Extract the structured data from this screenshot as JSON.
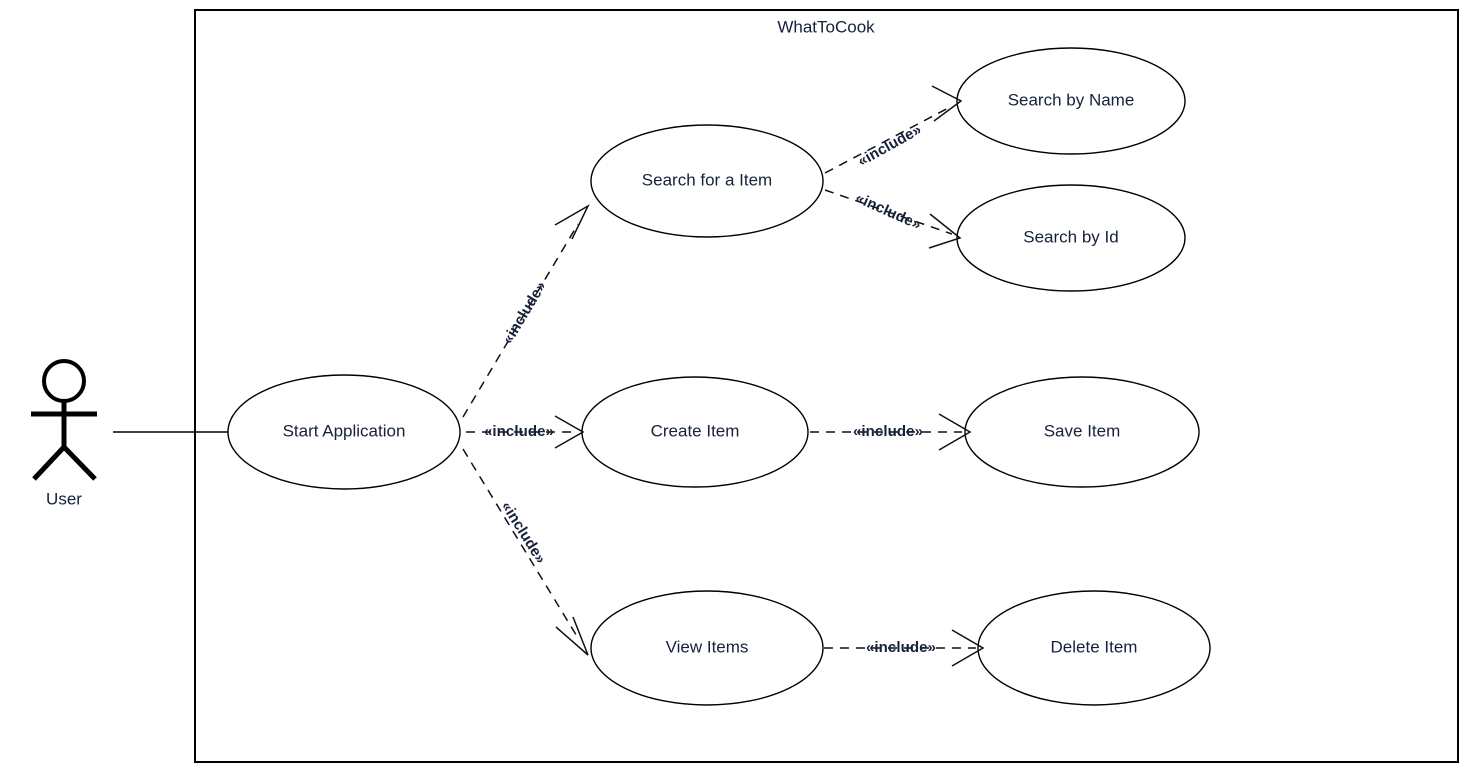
{
  "diagram": {
    "kind": "uml-use-case-diagram",
    "boundary_title": "WhatToCook",
    "background_color": "#ffffff",
    "line_color": "#000000",
    "text_color": "#16213a"
  },
  "actor": {
    "label": "User",
    "icon": "stick-figure-actor"
  },
  "use_cases": [
    {
      "id": "start-application",
      "label": "Start Application"
    },
    {
      "id": "search-for-a-item",
      "label": "Search for a Item"
    },
    {
      "id": "search-by-name",
      "label": "Search by Name"
    },
    {
      "id": "search-by-id",
      "label": "Search by Id"
    },
    {
      "id": "create-item",
      "label": "Create Item"
    },
    {
      "id": "save-item",
      "label": "Save Item"
    },
    {
      "id": "view-items",
      "label": "View Items"
    },
    {
      "id": "delete-item",
      "label": "Delete Item"
    }
  ],
  "relationships": [
    {
      "id": "assoc-user-start",
      "type": "association",
      "from": "User",
      "to": "Start Application",
      "label": ""
    },
    {
      "id": "inc-start-search",
      "type": "include",
      "from": "Start Application",
      "to": "Search for a Item",
      "label": "«include»"
    },
    {
      "id": "inc-start-create",
      "type": "include",
      "from": "Start Application",
      "to": "Create Item",
      "label": "«include»"
    },
    {
      "id": "inc-start-view",
      "type": "include",
      "from": "Start Application",
      "to": "View Items",
      "label": "«include»"
    },
    {
      "id": "inc-search-name",
      "type": "include",
      "from": "Search for a Item",
      "to": "Search by Name",
      "label": "«include»"
    },
    {
      "id": "inc-search-id",
      "type": "include",
      "from": "Search for a Item",
      "to": "Search by Id",
      "label": "«include»"
    },
    {
      "id": "inc-create-save",
      "type": "include",
      "from": "Create Item",
      "to": "Save Item",
      "label": "«include»"
    },
    {
      "id": "inc-view-delete",
      "type": "include",
      "from": "View Items",
      "to": "Delete Item",
      "label": "«include»"
    }
  ]
}
